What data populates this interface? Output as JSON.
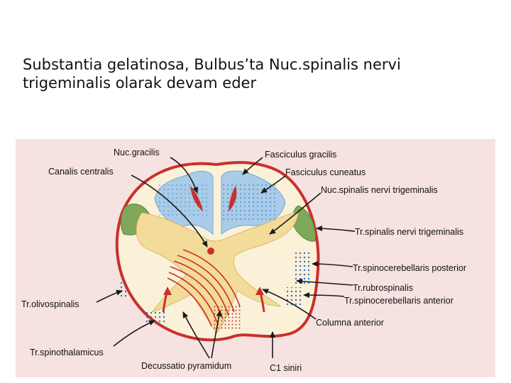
{
  "caption": {
    "line1": "Substantia gelatinosa, Bulbus’ta Nuc.spinalis nervi",
    "line2": "trigeminalis olarak devam eder"
  },
  "diagram": {
    "labels": {
      "nuc_gracilis": "Nuc.gracilis",
      "canalis_centralis": "Canalis centralis",
      "fasciculus_gracilis": "Fasciculus gracilis",
      "fasciculus_cuneatus": "Fasciculus cuneatus",
      "nuc_spinalis_trigeminalis": "Nuc.spinalis nervi trigeminalis",
      "tr_spinalis_trigeminalis": "Tr.spinalis nervi trigeminalis",
      "tr_spinocerebellaris_posterior": "Tr.spinocerebellaris posterior",
      "tr_rubrospinalis": "Tr.rubrospinalis",
      "tr_spinocerebellaris_anterior": "Tr.spinocerebellaris anterior",
      "columna_anterior": "Columna anterior",
      "tr_olivospinalis": "Tr.olivospinalis",
      "tr_spinothalamicus": "Tr.spinothalamicus",
      "decussatio_pyramidum": "Decussatio pyramidum",
      "c1_siniri": "C1 siniri"
    },
    "colors": {
      "background_tint": "#f3d8d6",
      "outer_ring": "#c9302c",
      "gray_matter": "#f7e7b8",
      "dorsal_column": "#a9cde8",
      "trigeminal_tract": "#7fa85a",
      "tract_dots": "#2f6fc0",
      "arrow": "#1a1a1a"
    }
  }
}
